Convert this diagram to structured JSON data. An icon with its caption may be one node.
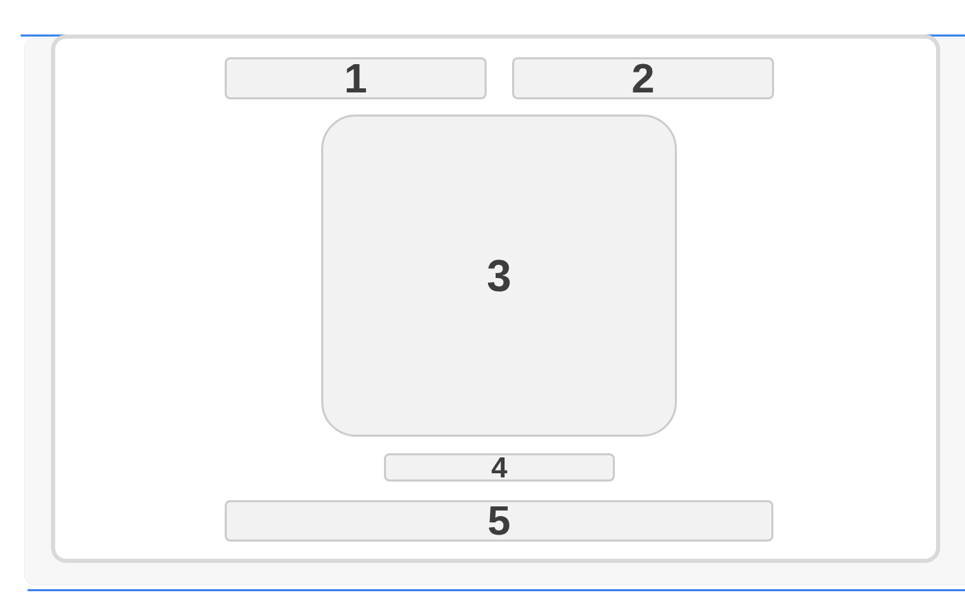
{
  "diagram": {
    "nodes": [
      {
        "text": [],
        "shape": "box"
      },
      {
        "text": [
          "1"
        ],
        "in": 0
      },
      {
        "text": [
          "2"
        ],
        "in": 0
      },
      {
        "text": [
          "3"
        ],
        "in": 0
      },
      {
        "text": [
          "4"
        ],
        "in": 0
      },
      {
        "text": [
          "5"
        ],
        "in": 0
      }
    ]
  }
}
